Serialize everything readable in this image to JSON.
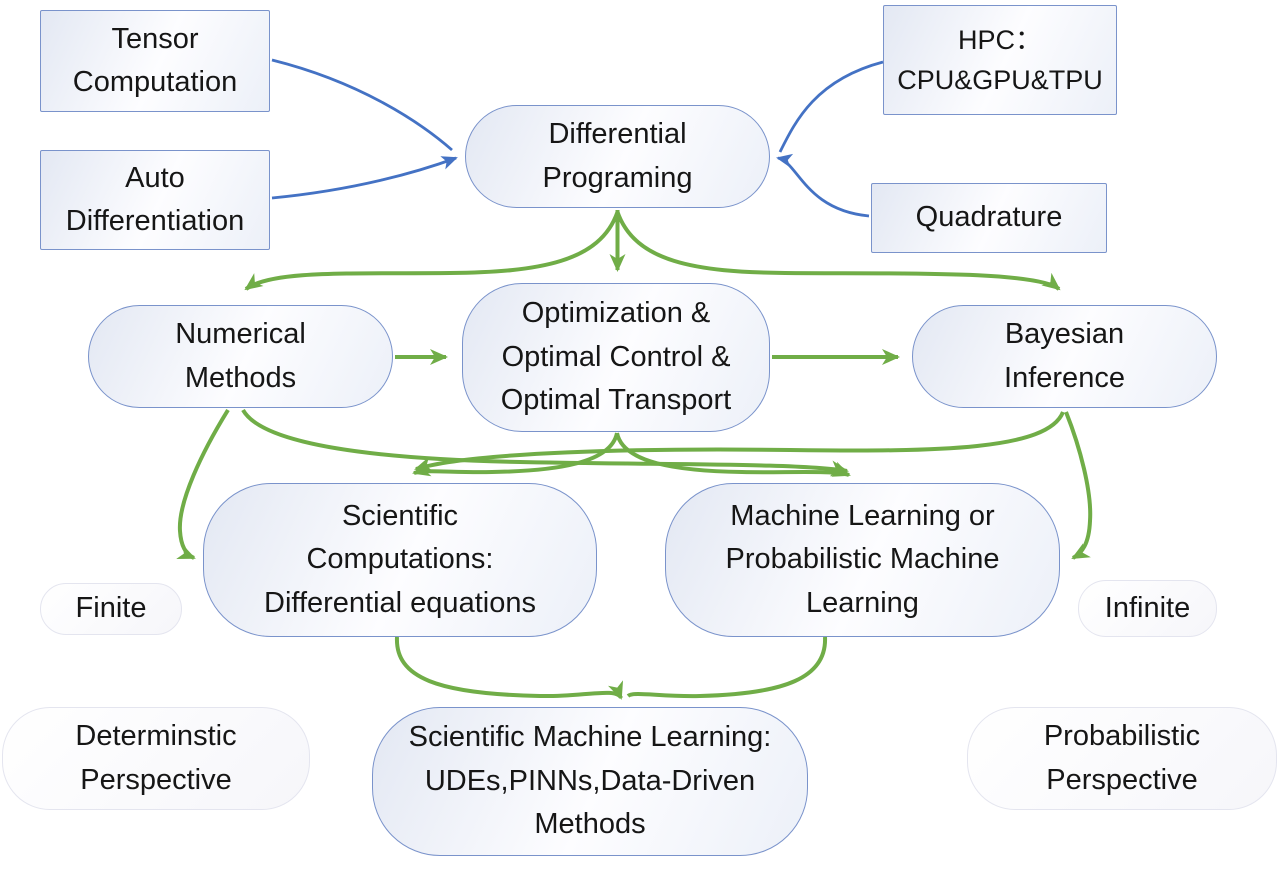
{
  "diagram": {
    "title": "Differential Programming ecosystem diagram",
    "colors": {
      "arrow_blue": "#4472C4",
      "arrow_green": "#70AD47",
      "node_border": "#7A93CB",
      "node_fill_light": "#FDFDFF",
      "node_fill_shade": "#E3E8F3",
      "text": "#161616"
    },
    "nodes": {
      "tensor_computation": {
        "label": "Tensor\nComputation"
      },
      "auto_differentiation": {
        "label": "Auto\nDifferentiation"
      },
      "hpc": {
        "label": "HPC：\nCPU&GPU&TPU"
      },
      "quadrature": {
        "label": "Quadrature"
      },
      "differential_programming": {
        "label": "Differential\nPrograming"
      },
      "numerical_methods": {
        "label": "Numerical\nMethods"
      },
      "optimization": {
        "label": "Optimization &\nOptimal Control &\nOptimal Transport"
      },
      "bayesian_inference": {
        "label": "Bayesian\nInference"
      },
      "scientific_computations": {
        "label": "Scientific\nComputations:\nDifferential equations"
      },
      "machine_learning": {
        "label": "Machine Learning or\nProbabilistic Machine\nLearning"
      },
      "sciml": {
        "label": "Scientific Machine Learning:\nUDEs,PINNs,Data-Driven\nMethods"
      },
      "finite": {
        "label": "Finite"
      },
      "infinite": {
        "label": "Infinite"
      },
      "deterministic_perspective": {
        "label": "Determinstic\nPerspective"
      },
      "probabilistic_perspective": {
        "label": "Probabilistic\nPerspective"
      }
    },
    "connectors": [
      {
        "from": "tensor_computation",
        "to": "differential_programming",
        "color": "#4472C4"
      },
      {
        "from": "auto_differentiation",
        "to": "differential_programming",
        "color": "#4472C4"
      },
      {
        "from": "hpc",
        "to": "differential_programming",
        "color": "#4472C4"
      },
      {
        "from": "quadrature",
        "to": "differential_programming",
        "color": "#4472C4"
      },
      {
        "from": "differential_programming",
        "to": "numerical_methods",
        "color": "#70AD47"
      },
      {
        "from": "differential_programming",
        "to": "optimization",
        "color": "#70AD47"
      },
      {
        "from": "differential_programming",
        "to": "bayesian_inference",
        "color": "#70AD47"
      },
      {
        "from": "numerical_methods",
        "to": "optimization",
        "color": "#70AD47"
      },
      {
        "from": "optimization",
        "to": "bayesian_inference",
        "color": "#70AD47"
      },
      {
        "from": "optimization",
        "to": "scientific_computations",
        "color": "#70AD47"
      },
      {
        "from": "optimization",
        "to": "machine_learning",
        "color": "#70AD47"
      },
      {
        "from": "bayesian_inference",
        "to": "scientific_computations",
        "color": "#70AD47"
      },
      {
        "from": "numerical_methods",
        "to": "machine_learning",
        "color": "#70AD47"
      },
      {
        "from": "numerical_methods",
        "to": "scientific_computations",
        "color": "#70AD47"
      },
      {
        "from": "bayesian_inference",
        "to": "machine_learning",
        "color": "#70AD47"
      },
      {
        "from": "scientific_computations",
        "to": "sciml",
        "color": "#70AD47"
      },
      {
        "from": "machine_learning",
        "to": "sciml",
        "color": "#70AD47"
      }
    ]
  }
}
